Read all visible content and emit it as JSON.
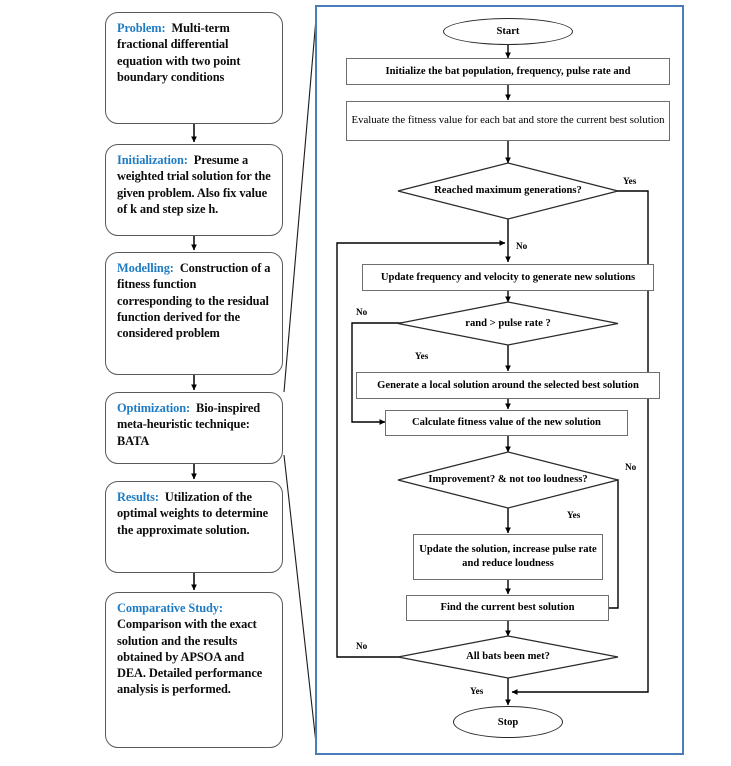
{
  "left_pipeline": {
    "stages": [
      {
        "heading": "Problem:",
        "body": "Multi-term fractional differential equation with two point boundary conditions"
      },
      {
        "heading": "Initialization:",
        "body": "Presume a weighted trial solution for the given problem.  Also fix value of k and step size h."
      },
      {
        "heading": "Modelling:",
        "body": "Construction of a fitness function corresponding to the residual function derived for the considered problem"
      },
      {
        "heading": "Optimization:",
        "body": "Bio-inspired meta-heuristic technique: BATA"
      },
      {
        "heading": "Results:",
        "body": "Utilization of the optimal weights to determine the approximate solution."
      },
      {
        "heading": "Comparative Study:",
        "body": "Comparison with the exact solution and the results obtained by APSOA and DEA. Detailed performance analysis is performed."
      }
    ]
  },
  "flowchart": {
    "start_label": "Start",
    "stop_label": "Stop",
    "nodes": {
      "initialize": "Initialize the bat population, frequency, pulse rate and",
      "evaluate": "Evaluate the fitness value for each bat and store the current best solution",
      "update_freq": "Update frequency and velocity to generate new solutions",
      "generate_local": "Generate a local solution around the selected best solution",
      "calc_fitness": "Calculate fitness value of the new solution",
      "update_solution": "Update the solution, increase pulse rate and reduce loudness",
      "find_best": "Find the current best solution"
    },
    "decisions": {
      "max_generations": "Reached maximum generations?",
      "rand_pulse": "rand > pulse rate ?",
      "improvement": "Improvement? & not too loudness?",
      "all_bats": "All bats been met?"
    },
    "branch_labels": {
      "max_gen_yes": "Yes",
      "max_gen_no": "No",
      "rand_no": "No",
      "rand_yes": "Yes",
      "improve_no": "No",
      "improve_yes": "Yes",
      "allbats_no": "No",
      "allbats_yes": "Yes"
    }
  },
  "colors": {
    "heading_blue": "#1f7cc4",
    "frame_blue": "#4a7ebb",
    "line_black": "#000000",
    "box_border": "#6e6e6e"
  }
}
